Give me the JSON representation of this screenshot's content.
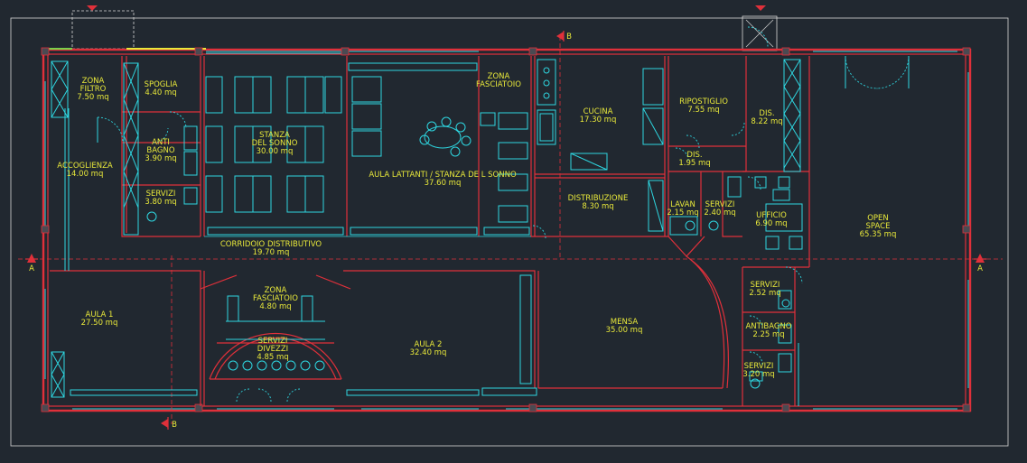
{
  "rooms": [
    {
      "id": "zona-filtro",
      "lines": [
        "ZONA",
        "FILTRO",
        "7.50 mq"
      ]
    },
    {
      "id": "spogliatoio",
      "lines": [
        "SPOGLIA",
        "4.40 mq"
      ]
    },
    {
      "id": "antibagno-1",
      "lines": [
        "ANTI",
        "BAGNO",
        "3.90 mq"
      ]
    },
    {
      "id": "accoglienza",
      "lines": [
        "ACCOGLIENZA",
        "14.00 mq"
      ]
    },
    {
      "id": "servizi-1",
      "lines": [
        "SERVIZI",
        "3.80 mq"
      ]
    },
    {
      "id": "stanza-sonno",
      "lines": [
        "STANZA",
        "DEL SONNO",
        "30.00 mq"
      ]
    },
    {
      "id": "zona-fasciatoio-1",
      "lines": [
        "ZONA",
        "FASCIATOIO"
      ]
    },
    {
      "id": "aula-lattanti",
      "lines": [
        "AULA LATTANTI / STANZA DE L SONNO",
        "37.60 mq"
      ]
    },
    {
      "id": "cucina",
      "lines": [
        "CUCINA",
        "17.30 mq"
      ]
    },
    {
      "id": "ripostiglio",
      "lines": [
        "RIPOSTIGLIO",
        "7.55 mq"
      ]
    },
    {
      "id": "dis-1",
      "lines": [
        "DIS.",
        "8.22 mq"
      ]
    },
    {
      "id": "dis-2",
      "lines": [
        "DIS.",
        "1.95 mq"
      ]
    },
    {
      "id": "distribuzione",
      "lines": [
        "DISTRIBUZIONE",
        "8.30 mq"
      ]
    },
    {
      "id": "lavan",
      "lines": [
        "LAVAN",
        "2.15 mq"
      ]
    },
    {
      "id": "servizi-2",
      "lines": [
        "SERVIZI",
        "2.40 mq"
      ]
    },
    {
      "id": "ufficio",
      "lines": [
        "UFFICIO",
        "6.90 mq"
      ]
    },
    {
      "id": "open-space",
      "lines": [
        "OPEN",
        "SPACE",
        "65.35 mq"
      ]
    },
    {
      "id": "corridoio",
      "lines": [
        "CORRIDOIO DISTRIBUTIVO",
        "19.70 mq"
      ]
    },
    {
      "id": "aula-1",
      "lines": [
        "AULA 1",
        "27.50 mq"
      ]
    },
    {
      "id": "zona-fasciatoio-2",
      "lines": [
        "ZONA",
        "FASCIATOIO",
        "4.80 mq"
      ]
    },
    {
      "id": "servizi-divezzi",
      "lines": [
        "SERVIZI",
        "DIVEZZI",
        "4.85 mq"
      ]
    },
    {
      "id": "aula-2",
      "lines": [
        "AULA 2",
        "32.40 mq"
      ]
    },
    {
      "id": "mensa",
      "lines": [
        "MENSA",
        "35.00 mq"
      ]
    },
    {
      "id": "servizi-3",
      "lines": [
        "SERVIZI",
        "2.52 mq"
      ]
    },
    {
      "id": "antibagno-2",
      "lines": [
        "ANTIBAGNO",
        "2.25 mq"
      ]
    },
    {
      "id": "servizi-4",
      "lines": [
        "SERVIZI",
        "3.20 mq"
      ]
    }
  ],
  "section_markers": [
    {
      "id": "marker-b-top",
      "text": "B"
    },
    {
      "id": "marker-b-bottom",
      "text": "B"
    },
    {
      "id": "marker-a-left",
      "text": "A"
    },
    {
      "id": "marker-a-right",
      "text": "A"
    }
  ],
  "colors": {
    "background": "#212830",
    "walls": "#e0303a",
    "fixtures": "#2ed6e0",
    "labels": "#e8e83a"
  }
}
